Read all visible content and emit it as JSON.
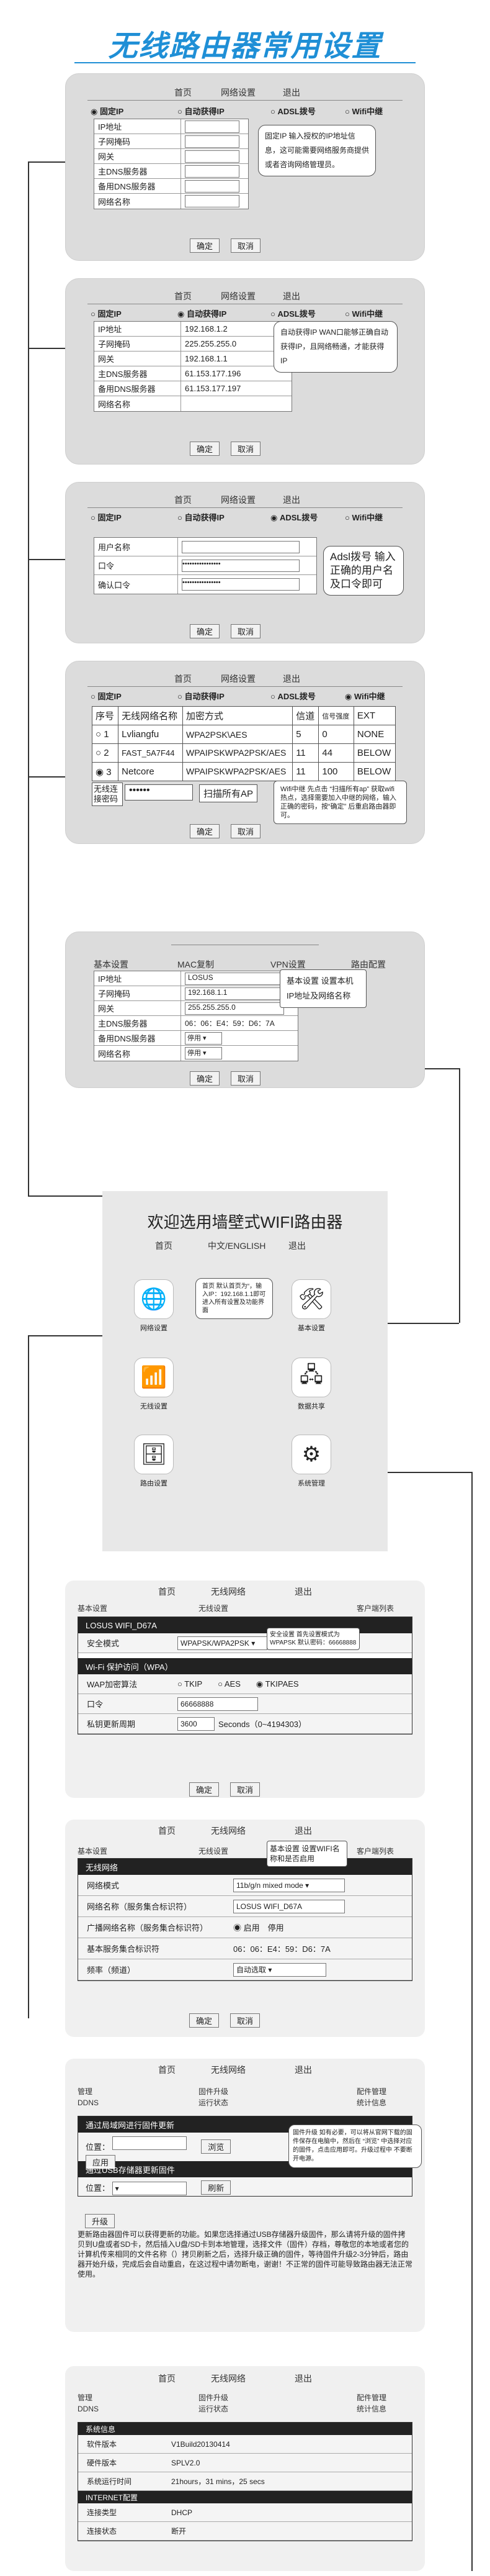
{
  "title": "无线路由器常用设置",
  "p1": {
    "nav": [
      "首页",
      "网络设置",
      "退出"
    ],
    "radios": [
      "固定IP",
      "自动获得IP",
      "ADSL拨号",
      "Wifi中继"
    ],
    "fields": [
      "IP地址",
      "子网掩码",
      "网关",
      "主DNS服务器",
      "备用DNS服务器",
      "网络名称"
    ],
    "note": "固定IP 输入授权的IP地址信息，这可能需要网络服务商提供或者咨询网络管理员。",
    "ok": "确定",
    "cancel": "取消"
  },
  "p2": {
    "nav": [
      "首页",
      "网络设置",
      "退出"
    ],
    "radios": [
      "固定IP",
      "自动获得IP",
      "ADSL拨号",
      "Wifi中继"
    ],
    "fields": [
      "IP地址",
      "子网掩码",
      "网关",
      "主DNS服务器",
      "备用DNS服务器",
      "网络名称"
    ],
    "values": [
      "192.168.1.2",
      "225.255.255.0",
      "192.168.1.1",
      "61.153.177.196",
      "61.153.177.197",
      ""
    ],
    "note": "自动获得IP WAN口能够正确自动获得IP，且网络畅通，才能获得IP",
    "ok": "确定",
    "cancel": "取消"
  },
  "p3": {
    "nav": [
      "首页",
      "网络设置",
      "退出"
    ],
    "radios": [
      "固定IP",
      "自动获得IP",
      "ADSL拨号",
      "Wifi中继"
    ],
    "fields": [
      "用户名称",
      "口令",
      "确认口令"
    ],
    "values": [
      "",
      "••••••••••••••••",
      "••••••••••••••••"
    ],
    "note": "Adsl拨号 输入正确的用户名及口令即可",
    "ok": "确定",
    "cancel": "取消"
  },
  "p4": {
    "nav": [
      "首页",
      "网络设置",
      "退出"
    ],
    "radios": [
      "固定IP",
      "自动获得IP",
      "ADSL拨号",
      "Wifi中继"
    ],
    "headers": [
      "序号",
      "无线网络名称",
      "加密方式",
      "信道",
      "信号强度",
      "EXT"
    ],
    "rows": [
      [
        "1",
        "Lvliangfu",
        "WPA2PSK\\AES",
        "5",
        "0",
        "NONE"
      ],
      [
        "2",
        "FAST_5A7F44",
        "WPAIPSKWPA2PSK/AES",
        "11",
        "44",
        "BELOW"
      ],
      [
        "3",
        "Netcore",
        "WPAIPSKWPA2PSK/AES",
        "11",
        "100",
        "BELOW"
      ]
    ],
    "pwd_label": "无线连接密码",
    "pwd": "••••••",
    "scan": "扫描所有AP",
    "note": "Wifi中继 先点击 “扫描所有ap” 获取wifi热点，选择需要加入中继的网络，输入正确的密码，按“确定” 后重启路由器即可。",
    "ok": "确定",
    "cancel": "取消"
  },
  "p5": {
    "nav": [
      "基本设置",
      "MAC复制",
      "VPN设置",
      "路由配置"
    ],
    "fields": [
      "IP地址",
      "子网掩码",
      "网关",
      "主DNS服务器",
      "备用DNS服务器",
      "网络名称"
    ],
    "values": [
      "LOSUS",
      "192.168.1.1",
      "255.255.255.0",
      "06：06：E4：59：D6：7A",
      "停用",
      "停用"
    ],
    "note": "基本设置 设置本机IP地址及网络名称",
    "ok": "确定",
    "cancel": "取消"
  },
  "home": {
    "heading": "欢迎选用墙壁式WIFI路由器",
    "nav": [
      "首页",
      "中文/ENGLISH",
      "退出"
    ],
    "icons": [
      "网络设置",
      "基本设置",
      "无线设置",
      "数据共享",
      "路由设置",
      "系统管理"
    ],
    "note": "首页 默认首页为“，输入IP：192.168.1.1即可进入所有设置及功能界面"
  },
  "p6": {
    "nav": [
      "首页",
      "无线网络",
      "退出"
    ],
    "sub": [
      "基本设置",
      "无线设置",
      "客户端列表"
    ],
    "ssid": "LOSUS WIFI_D67A",
    "sec_label": "安全模式",
    "sec": "WPAPSK/WPA2PSK",
    "wpa_title": "Wi-Fi 保护访问（WPA）",
    "alg_label": "WAP加密算法",
    "algs": [
      "TKIP",
      "AES",
      "TKIPAES"
    ],
    "pwd_label": "口令",
    "pwd": "66668888",
    "renew_label": "私钥更新周期",
    "renew": "3600",
    "renew_unit": "Seconds（0~4194303）",
    "note": "安全设置 首先设置模式为WPAPSK 默认密码：66668888",
    "ok": "确定",
    "cancel": "取消"
  },
  "p7": {
    "nav": [
      "首页",
      "无线网络",
      "退出"
    ],
    "sub": [
      "基本设置",
      "无线设置",
      "客户端列表"
    ],
    "bar": "无线网络",
    "fields": [
      "网络模式",
      "网络名称（服务集合标识符）",
      "广播网络名称（服务集合标识符）",
      "基本服务集合标识符",
      "频率（频道）"
    ],
    "values": [
      "11b/g/n mixed mode",
      "LOSUS WIFI_D67A",
      "启用　停用",
      "06：06：E4：59：D6：7A",
      "自动选取"
    ],
    "note": "基本设置 设置WIFI名称和是否启用",
    "ok": "确定",
    "cancel": "取消"
  },
  "p8": {
    "nav": [
      "首页",
      "无线网络",
      "退出"
    ],
    "sub": [
      "管理",
      "固件升级",
      "配件管理",
      "DDNS",
      "运行状态",
      "统计信息"
    ],
    "bar1": "通过局域网进行固件更新",
    "pos": "位置：",
    "browse": "浏览",
    "apply": "应用",
    "bar2": "通过USB存储器更新固件",
    "pos2": "位置：",
    "refresh": "刷新",
    "upgrade": "升级",
    "text": "更新路由器固件可以获得更新的功能。如果您选择通过USB存储器升级固件，那么请将升级的固件拷贝到U盘或者SD卡，然后插入U盘/SD卡到本地管理，选择文件（固件）存档，尊敬您的本地或者您的计算机传来相同的文件名称（）拷贝刷新之后，选择升级正确的固件，等待固件升级2-3分钟后，路由器开始升级，完成后会自动重启，在这过程中请勿断电，谢谢！不正常的固件可能导致路由器无法正常使用。",
    "note": "固件升级 如有必要，可以将从官网下载的固件保存在电脑中，然后在 “浏览” 中选择对应的固件，点击应用即可。升级过程中 不要断开电源。"
  },
  "p9": {
    "nav": [
      "首页",
      "无线网络",
      "退出"
    ],
    "sub": [
      "管理",
      "固件升级",
      "配件管理",
      "DDNS",
      "运行状态",
      "统计信息"
    ],
    "bar1": "系统信息",
    "fields": [
      "软件版本",
      "硬件版本",
      "系统运行时间",
      "INTERNET配置",
      "连接类型",
      "连接状态"
    ],
    "values": [
      "V1Build20130414",
      "SPLV2.0",
      "21hours，31 mins，25 secs",
      "",
      "DHCP",
      "断开"
    ]
  }
}
